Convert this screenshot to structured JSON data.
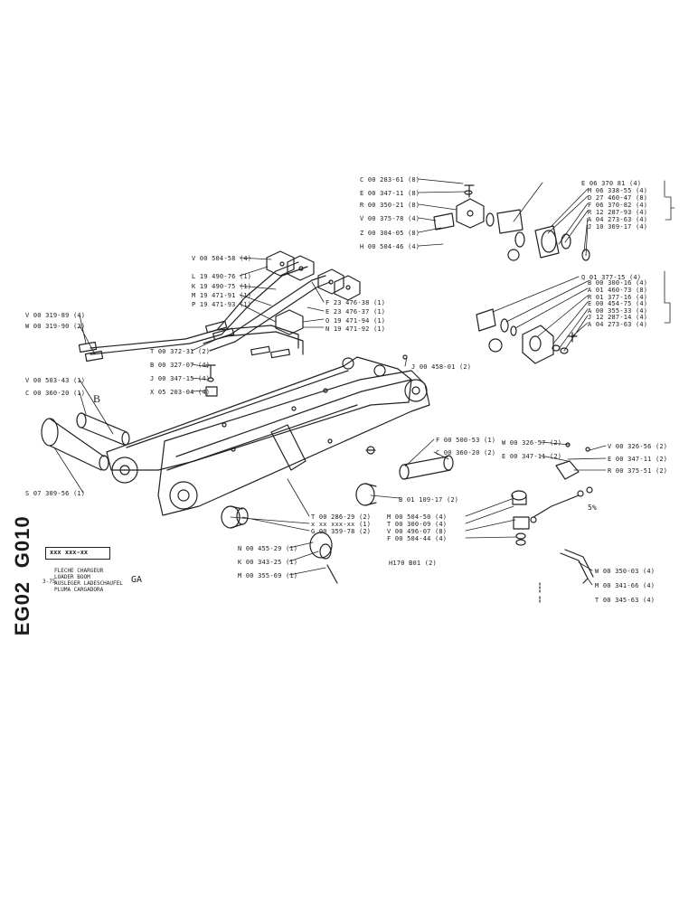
{
  "title_block": {
    "code_1": "EG02",
    "code_2": "G010",
    "ref": "xxx xxx-xx",
    "line_1": "FLECHE CHARGEUR",
    "line_2": "LOADER BOOM",
    "line_3": "AUSLEGER LADESCHAUFEL",
    "line_4": "PLUMA CARGADORA",
    "variant": "GA",
    "small": "3-75"
  },
  "annotations": {
    "mark_b": "B",
    "note_right": "5%",
    "ref_a": "H170 B01 (2)"
  },
  "labels": [
    "C 00 283-61 (8)",
    "E 00 347-11 (8)",
    "R 00 350-21 (8)",
    "V 00 375-78 (4)",
    "Z 00 304-05 (8)",
    "H 00 504-46 (4)",
    "E 06 370 81 (4)",
    "M 06 338-55 (4)",
    "D 27 460-47 (8)",
    "F 06 370-82 (4)",
    "R 12 287-93 (4)",
    "A 04 273-63 (4)",
    "J 10 369-17 (4)",
    "V 00 504-58 (4)",
    "L 19 490-76 (1)",
    "K 19 490-75 (1)",
    "M 19 471-91 (1)",
    "P 19 471-93 (1)",
    "F 23 476-38 (1)",
    "E 23 476-37 (1)",
    "O 19 471-94 (1)",
    "N 19 471-92 (1)",
    "V 00 319-89 (4)",
    "W 00 319-90 (2)",
    "T 00 372-31 (2)",
    "B 00 327-07 (4)",
    "J 00 347-15 (4)",
    "X 05 203-04 (4)",
    "J 00 458-01 (2)",
    "Q 01 377-15 (4)",
    "B 00 300-16 (4)",
    "A 01 460-73 (8)",
    "R 01 377-16 (4)",
    "E 00 454-75 (4)",
    "A 00 355-33 (4)",
    "J 12 287-14 (4)",
    "A 04 273-63 (4)",
    "V 00 503-43 (1)",
    "C 00 360-20 (1)",
    "S 07 309-56 (1)",
    "F 00 500-53 (1)",
    "C 00 360-20 (2)",
    "W 00 326-57 (2)",
    "E 00 347-11 (2)",
    "V 00 326-56 (2)",
    "E 00 347-11 (2)",
    "R 00 375-51 (2)",
    "B 01 109-17 (2)",
    "T 00 286-29 (2)",
    "x xx xxx-xx (1)",
    "G 00 359-78 (2)",
    "M 00 504-50 (4)",
    "T 00 300-09 (4)",
    "V 00 496-07 (8)",
    "F 00 504-44 (4)",
    "N 00 455-29 (1)",
    "K 00 343-25 (1)",
    "M 00 355-69 (1)",
    "W 00 350-03 (4)",
    "M 00 341-66 (4)",
    "T 00 345-63 (4)"
  ]
}
